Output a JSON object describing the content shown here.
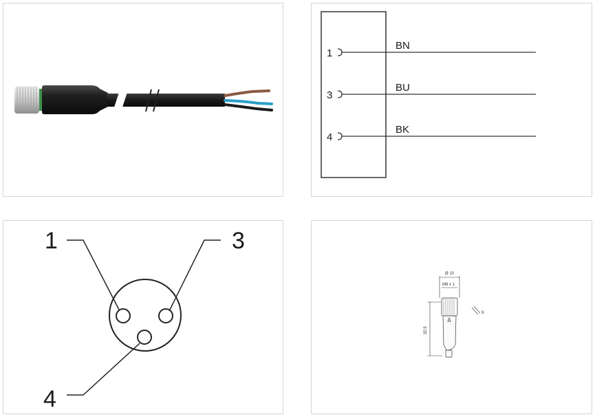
{
  "wiring": {
    "pins": [
      {
        "number": "1",
        "wire": "BN"
      },
      {
        "number": "3",
        "wire": "BU"
      },
      {
        "number": "4",
        "wire": "BK"
      }
    ]
  },
  "pinout": {
    "labels": {
      "top_left": "1",
      "top_right": "3",
      "bottom": "4"
    }
  },
  "dimensions": {
    "diameter": "Ø 10",
    "thread": "M8 x 1",
    "length": "32.5",
    "wrench": "9"
  },
  "colors": {
    "wire_brown": "#8a5a44",
    "wire_blue": "#2aa0c8",
    "wire_black": "#1b1b1b",
    "cable": "#1e1e1e",
    "line": "#333333"
  }
}
